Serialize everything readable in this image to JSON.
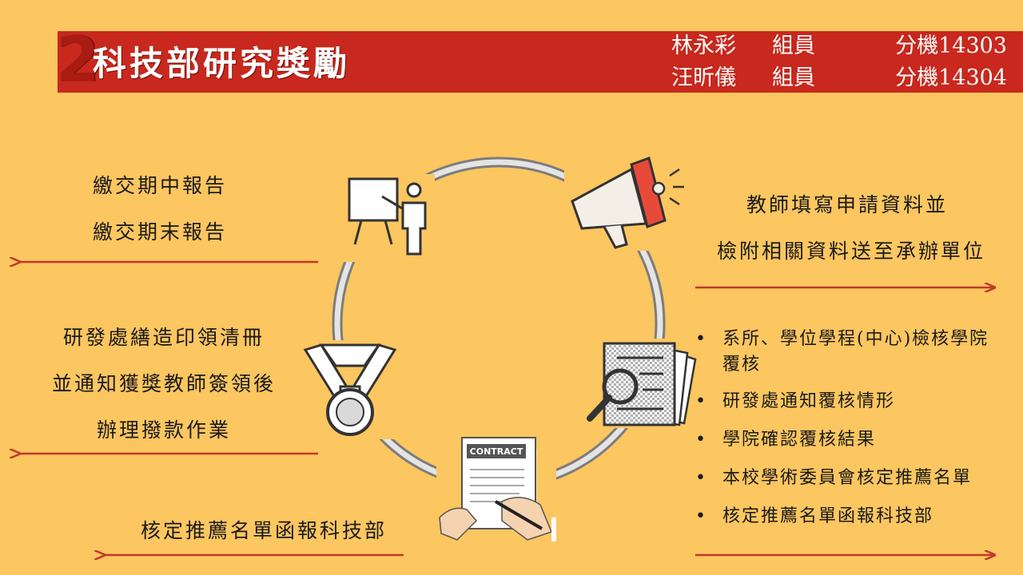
{
  "header": {
    "number": "2",
    "title": "科技部研究獎勵",
    "contacts": [
      {
        "name": "林永彩",
        "role": "組員",
        "extension": "分機14303"
      },
      {
        "name": "汪昕儀",
        "role": "組員",
        "extension": "分機14304"
      }
    ]
  },
  "left_steps": {
    "reports": [
      "繳交期中報告",
      "繳交期末報告"
    ],
    "payment": [
      "研發處繕造印領清冊",
      "並通知獲獎教師簽領後",
      "辦理撥款作業"
    ],
    "submit_ministry": "核定推薦名單函報科技部"
  },
  "right_steps": {
    "apply": [
      "教師填寫申請資料並",
      "檢附相關資料送至承辦單位"
    ],
    "review_items": [
      "系所、學位學程(中心)檢核學院",
      "覆核",
      "研發處通知覆核情形",
      "學院確認覆核結果",
      "本校學術委員會核定推薦名單",
      "核定推薦名單函報科技部"
    ]
  },
  "icons": {
    "presenter": "presentation-board-icon",
    "announce": "megaphone-icon",
    "review": "document-magnifier-icon",
    "contract": "contract-signing-icon",
    "award": "medal-icon"
  },
  "contract_label": "CONTRACT",
  "colors": {
    "background": "#FCC660",
    "header_bar": "#C8281E",
    "arrow": "#C0392B",
    "circle": "#8E8E8E"
  }
}
